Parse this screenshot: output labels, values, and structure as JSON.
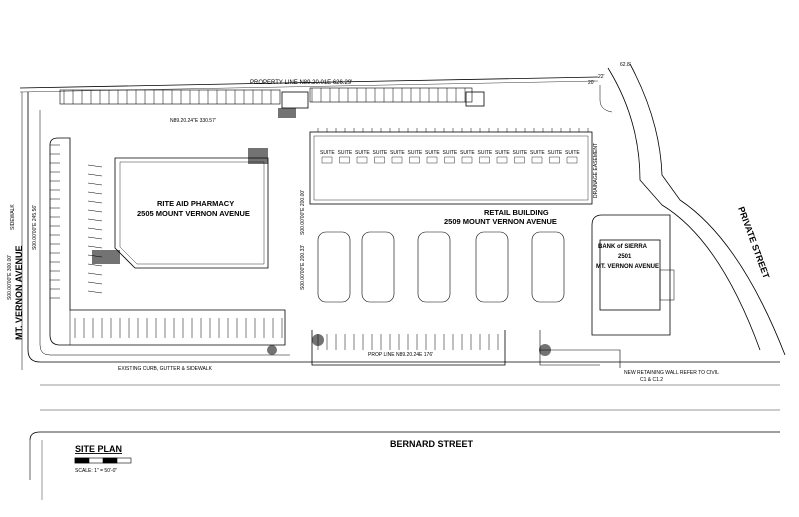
{
  "sheet": {
    "title": "SITE PLAN",
    "scale": "SCALE: 1\" = 50'-0\""
  },
  "property": {
    "line_top": "PROPERTY LINE N89.20.01E 626.29'",
    "line_inner": "N89.20.24\"E 330.57'",
    "line_bottom": "PROP LINE N89.20.24E 176'",
    "bearing_left_1": "S00.00'00\"E 245.56'",
    "bearing_left_2": "S00.00'00\"E 300.00'",
    "bearing_mid_1": "S00.00'00\"E 200.00'",
    "bearing_mid_2": "S00.00'00\"E 200.33'",
    "dim_top_right": "62.8'",
    "dim_right_1": "20'",
    "dim_right_2": "22'"
  },
  "streets": {
    "left": "MT. VERNON AVENUE",
    "bottom": "BERNARD STREET",
    "right": "PRIVATE STREET"
  },
  "buildings": {
    "rite_aid": {
      "name": "RITE AID PHARMACY",
      "address": "2505 MOUNT VERNON AVENUE"
    },
    "retail": {
      "name": "RETAIL BUILDING",
      "address": "2509 MOUNT VERNON AVENUE"
    },
    "bank": {
      "name": "BANK of SIERRA",
      "number": "2501",
      "street": "MT. VERNON AVENUE"
    }
  },
  "notes": {
    "curb": "EXISTING CURB, GUTTER & SIDEWALK",
    "wall_line1": "NEW RETAINING WALL REFER TO CIVIL",
    "wall_line2": "C1 & C1.2",
    "drainage": "DRAINAGE EASEMENT",
    "sidewalk": "SIDEWALK"
  },
  "suites": [
    "SUITE",
    "SUITE",
    "SUITE",
    "SUITE",
    "SUITE",
    "SUITE",
    "SUITE",
    "SUITE",
    "SUITE",
    "SUITE",
    "SUITE",
    "SUITE",
    "SUITE",
    "SUITE",
    "SUITE"
  ]
}
